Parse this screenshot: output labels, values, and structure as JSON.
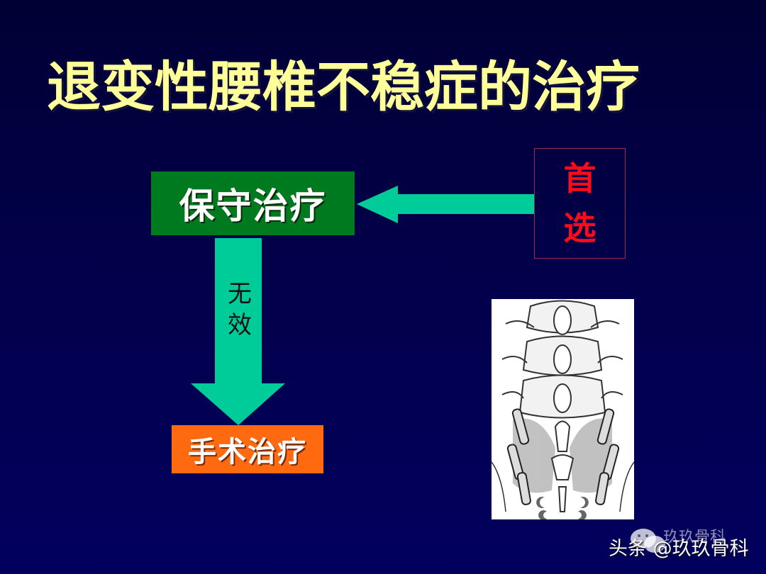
{
  "slide": {
    "title": "退变性腰椎不稳症的治疗",
    "colors": {
      "background_top": "#010034",
      "background_bottom": "#02005e",
      "title": "#ffff99",
      "conservative_box": "#007a1e",
      "surgery_box": "#ff6a10",
      "arrow": "#00cc99",
      "first_choice_text": "#ff0a1a"
    }
  },
  "flow": {
    "first_choice": {
      "line1": "首",
      "line2": "选"
    },
    "conservative": {
      "label": "保守治疗"
    },
    "arrow_down_label": {
      "line1": "无",
      "line2": "效"
    },
    "surgery": {
      "label": "手术治疗"
    }
  },
  "figure": {
    "description": "lumbar spine illustration with pedicle screws and bone graft"
  },
  "watermark": {
    "main": "头条 @玖玖骨科",
    "sub": "玖玖骨科",
    "icon": "wechat-icon"
  }
}
